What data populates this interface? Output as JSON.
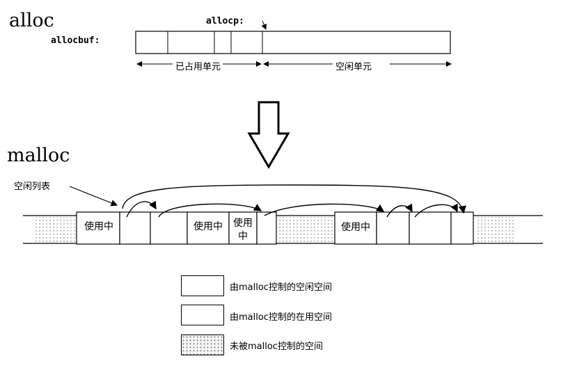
{
  "top": {
    "title": "alloc",
    "pointer_label": "allocp:",
    "buffer_label": "allocbuf:",
    "used_label": "已占用单元",
    "free_label": "空闲单元"
  },
  "bottom": {
    "title": "malloc",
    "free_list_label": "空闲列表",
    "in_use_label": "使用中",
    "in_use_split_top": "使用",
    "in_use_split_bottom": "中"
  },
  "legend": {
    "free_controlled": "由malloc控制的空闲空间",
    "used_controlled": "由malloc控制的在用空间",
    "not_controlled": "未被malloc控制的空间"
  }
}
